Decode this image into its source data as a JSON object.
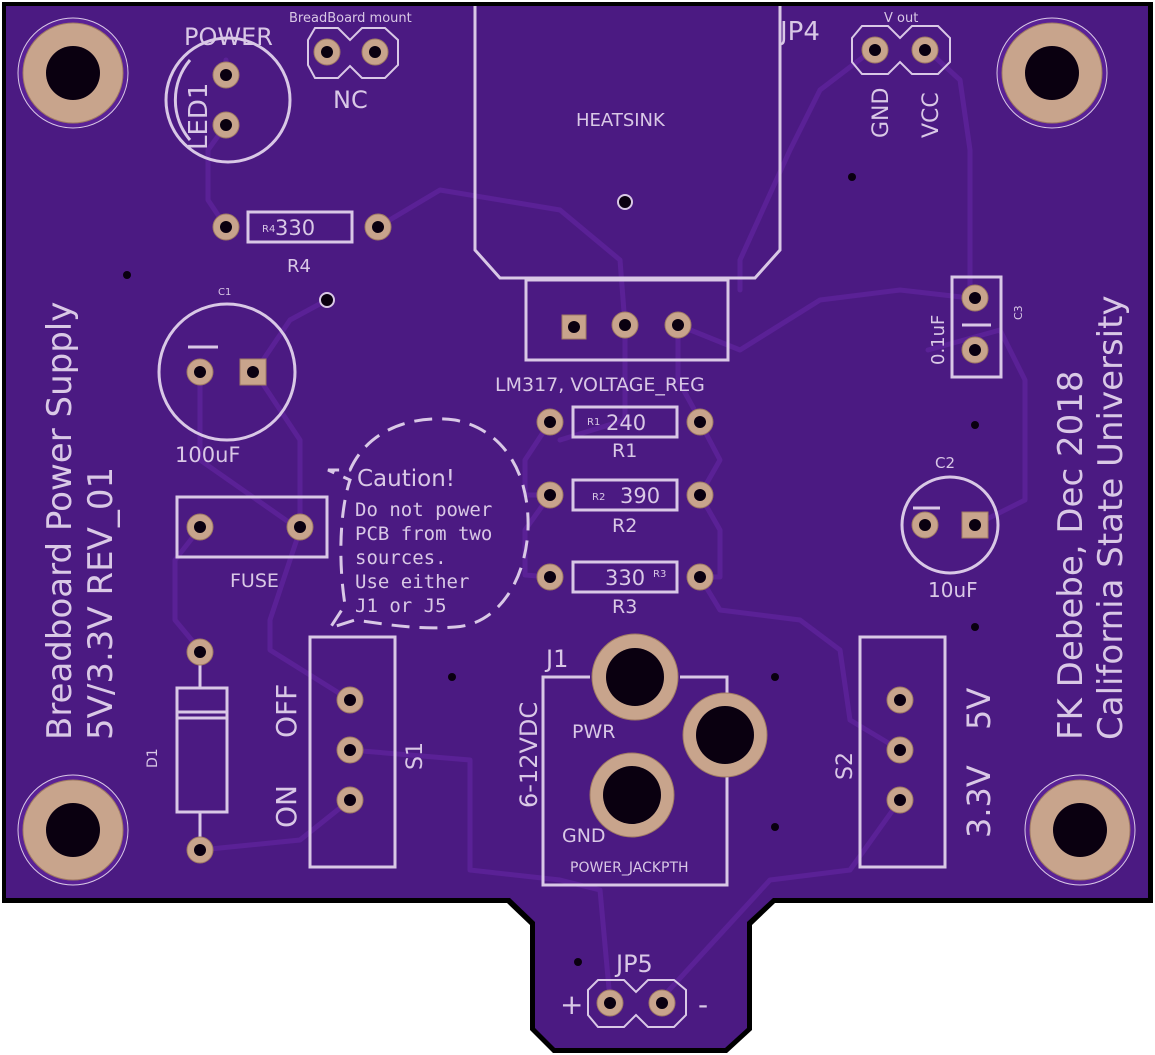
{
  "board": {
    "colors": {
      "outline": "#000000",
      "substrate": "#4b1a82",
      "trace": "#5a2196",
      "silkscreen": "#d9c8e6",
      "pad": "#c8a48c",
      "hole": "#0a0010"
    },
    "title_line1": "Breadboard Power Supply",
    "title_line2": "5V/3.3V REV_01",
    "author_line1": "FK Debebe, Dec 2018",
    "author_line2": "California State University"
  },
  "labels": {
    "power": "POWER",
    "led": "LED1",
    "breadboard_mount": "BreadBoard mount",
    "nc": "NC",
    "heatsink": "HEATSINK",
    "jp4": "JP4",
    "v_out": "V out",
    "gnd": "GND",
    "vcc": "VCC",
    "r4_small": "R4",
    "r4_value": "330",
    "r4_name": "R4",
    "c1_small": "C1",
    "c1_value": "100uF",
    "lm317": "LM317, VOLTAGE_REG",
    "r1_small": "R1",
    "r1_value": "240",
    "r1_name": "R1",
    "r2_small": "R2",
    "r2_value": "390",
    "r2_name": "R2",
    "r3_small": "R3",
    "r3_value": "330",
    "r3_name": "R3",
    "c3_value": "0.1uF",
    "c3_name": "C3",
    "c2_name": "C2",
    "c2_value": "10uF",
    "fuse": "FUSE",
    "caution_title": "Caution!",
    "caution_l1": "Do not power",
    "caution_l2": "PCB from two",
    "caution_l3": "sources.",
    "caution_l4": "Use either",
    "caution_l5": "J1 or J5",
    "d1": "D1",
    "on": "ON",
    "off": "OFF",
    "s1": "S1",
    "j1": "J1",
    "input_v": "6-12VDC",
    "pwr": "PWR",
    "gnd_jack": "GND",
    "power_jack": "POWER_JACKPTH",
    "s2": "S2",
    "v33": "3.3V",
    "v5": "5V",
    "jp5": "JP5",
    "plus": "+",
    "minus": "-"
  }
}
